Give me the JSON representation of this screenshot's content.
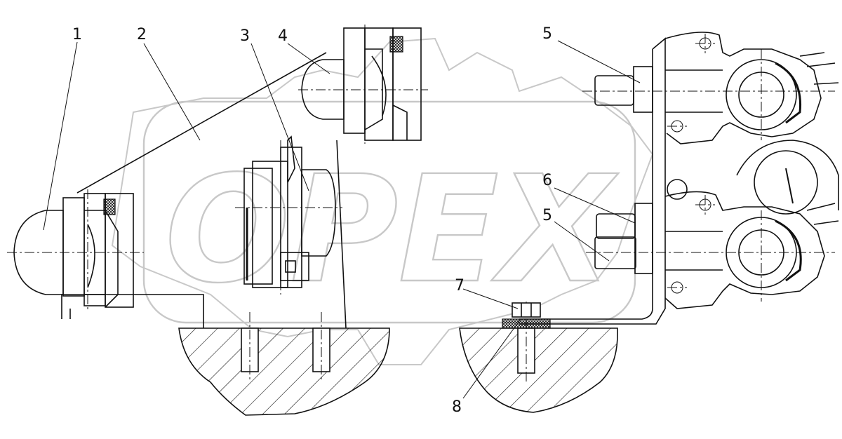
{
  "callouts": [
    {
      "id": "1",
      "label": "1"
    },
    {
      "id": "2",
      "label": "2"
    },
    {
      "id": "3",
      "label": "3"
    },
    {
      "id": "4",
      "label": "4"
    },
    {
      "id": "5a",
      "label": "5"
    },
    {
      "id": "6",
      "label": "6"
    },
    {
      "id": "5b",
      "label": "5"
    },
    {
      "id": "7",
      "label": "7"
    },
    {
      "id": "8",
      "label": "8"
    }
  ],
  "watermark": {
    "text": "OPEX"
  },
  "colors": {
    "line": "#111111",
    "watermark": "#c8c8c8",
    "background": "#ffffff"
  }
}
